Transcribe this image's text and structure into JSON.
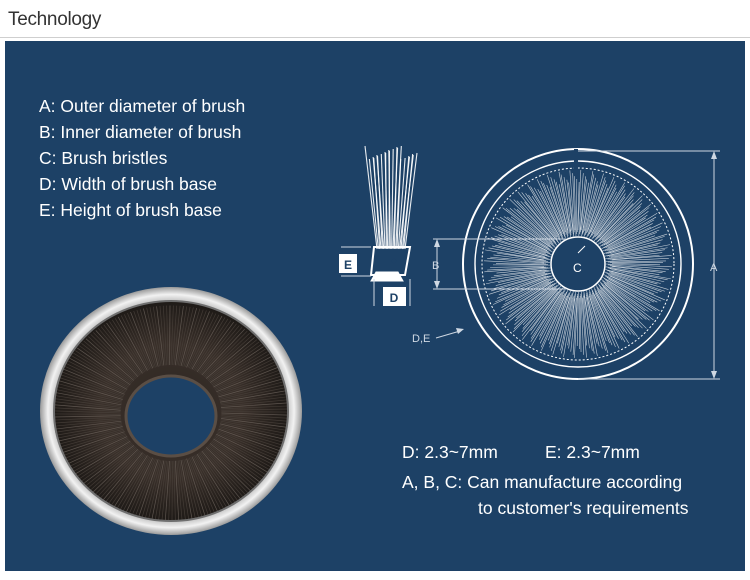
{
  "header": {
    "title": "Technology"
  },
  "legend": {
    "items": [
      "A: Outer diameter of brush",
      "B: Inner diameter of brush",
      "C: Brush bristles",
      "D: Width of brush base",
      "E: Height of brush base"
    ]
  },
  "diagram": {
    "labels": {
      "a": "A",
      "b": "B",
      "c": "C",
      "d": "D",
      "e": "E",
      "de": "D,E"
    }
  },
  "specs": {
    "d": "D: 2.3~7mm",
    "e": "E:  2.3~7mm",
    "abc_line1": "A, B, C: Can manufacture according",
    "abc_line2": "to customer's requirements"
  },
  "colors": {
    "panel": "#1d4166",
    "header_text": "#333333",
    "rule": "#cfcfcf"
  }
}
